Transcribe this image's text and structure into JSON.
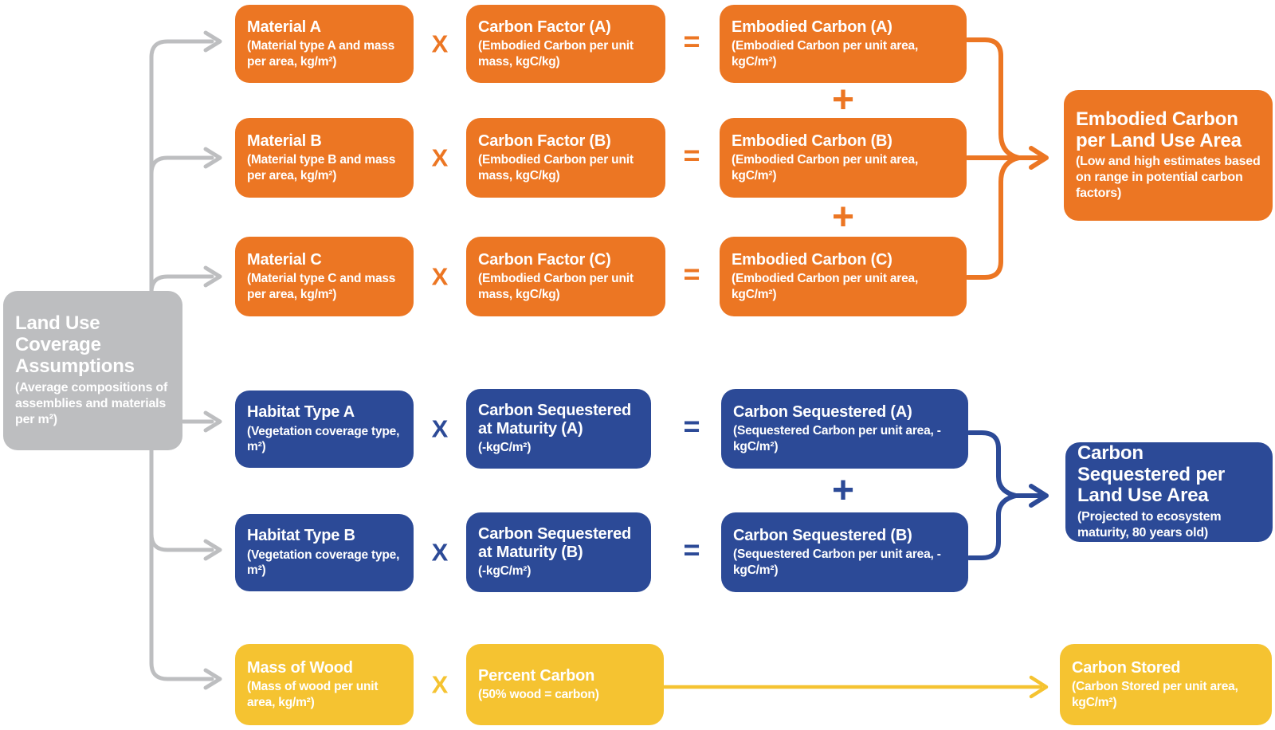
{
  "source": {
    "title": "Land Use Coverage Assumptions",
    "subtitle": "(Average compositions of assemblies and materials per m²)"
  },
  "operators": {
    "multiply": "X",
    "equals": "=",
    "plus": "+"
  },
  "colors": {
    "orange": "#EC7623",
    "blue": "#2C4A97",
    "yellow": "#F5C331",
    "gray": "#BDBEC0",
    "text": "#FFFFFF"
  },
  "embodied": {
    "rows": [
      {
        "input": {
          "title": "Material A",
          "subtitle": "(Material type A and mass per area, kg/m²)"
        },
        "factor": {
          "title": "Carbon Factor (A)",
          "subtitle": "(Embodied Carbon per unit mass, kgC/kg)"
        },
        "result": {
          "title": "Embodied Carbon (A)",
          "subtitle": "(Embodied Carbon per unit area, kgC/m²)"
        }
      },
      {
        "input": {
          "title": "Material B",
          "subtitle": "(Material type B and mass per area, kg/m²)"
        },
        "factor": {
          "title": "Carbon Factor (B)",
          "subtitle": "(Embodied Carbon per unit mass, kgC/kg)"
        },
        "result": {
          "title": "Embodied Carbon (B)",
          "subtitle": "(Embodied Carbon per unit area, kgC/m²)"
        }
      },
      {
        "input": {
          "title": "Material C",
          "subtitle": "(Material type C and mass per area, kg/m²)"
        },
        "factor": {
          "title": "Carbon Factor (C)",
          "subtitle": "(Embodied Carbon per unit mass, kgC/kg)"
        },
        "result": {
          "title": "Embodied Carbon (C)",
          "subtitle": "(Embodied Carbon per unit area, kgC/m²)"
        }
      }
    ],
    "total": {
      "title": "Embodied Carbon per Land Use Area",
      "subtitle": "(Low and high estimates based on range in potential carbon factors)"
    }
  },
  "sequestered": {
    "rows": [
      {
        "input": {
          "title": "Habitat Type A",
          "subtitle": "(Vegetation coverage type, m²)"
        },
        "factor": {
          "title": "Carbon Sequestered at Maturity (A)",
          "subtitle": "(-kgC/m²)"
        },
        "result": {
          "title": "Carbon Sequestered (A)",
          "subtitle": "(Sequestered Carbon per unit area, -kgC/m²)"
        }
      },
      {
        "input": {
          "title": "Habitat Type B",
          "subtitle": "(Vegetation coverage type, m²)"
        },
        "factor": {
          "title": "Carbon Sequestered at Maturity (B)",
          "subtitle": "(-kgC/m²)"
        },
        "result": {
          "title": "Carbon Sequestered (B)",
          "subtitle": "(Sequestered Carbon per unit area, -kgC/m²)"
        }
      }
    ],
    "total": {
      "title": "Carbon Sequestered per Land Use Area",
      "subtitle": "(Projected to ecosystem maturity, 80 years old)"
    }
  },
  "stored": {
    "input": {
      "title": "Mass of Wood",
      "subtitle": "(Mass of wood per unit area, kg/m²)"
    },
    "factor": {
      "title": "Percent Carbon",
      "subtitle": "(50% wood = carbon)"
    },
    "result": {
      "title": "Carbon Stored",
      "subtitle": "(Carbon Stored per unit area, kgC/m²)"
    }
  }
}
